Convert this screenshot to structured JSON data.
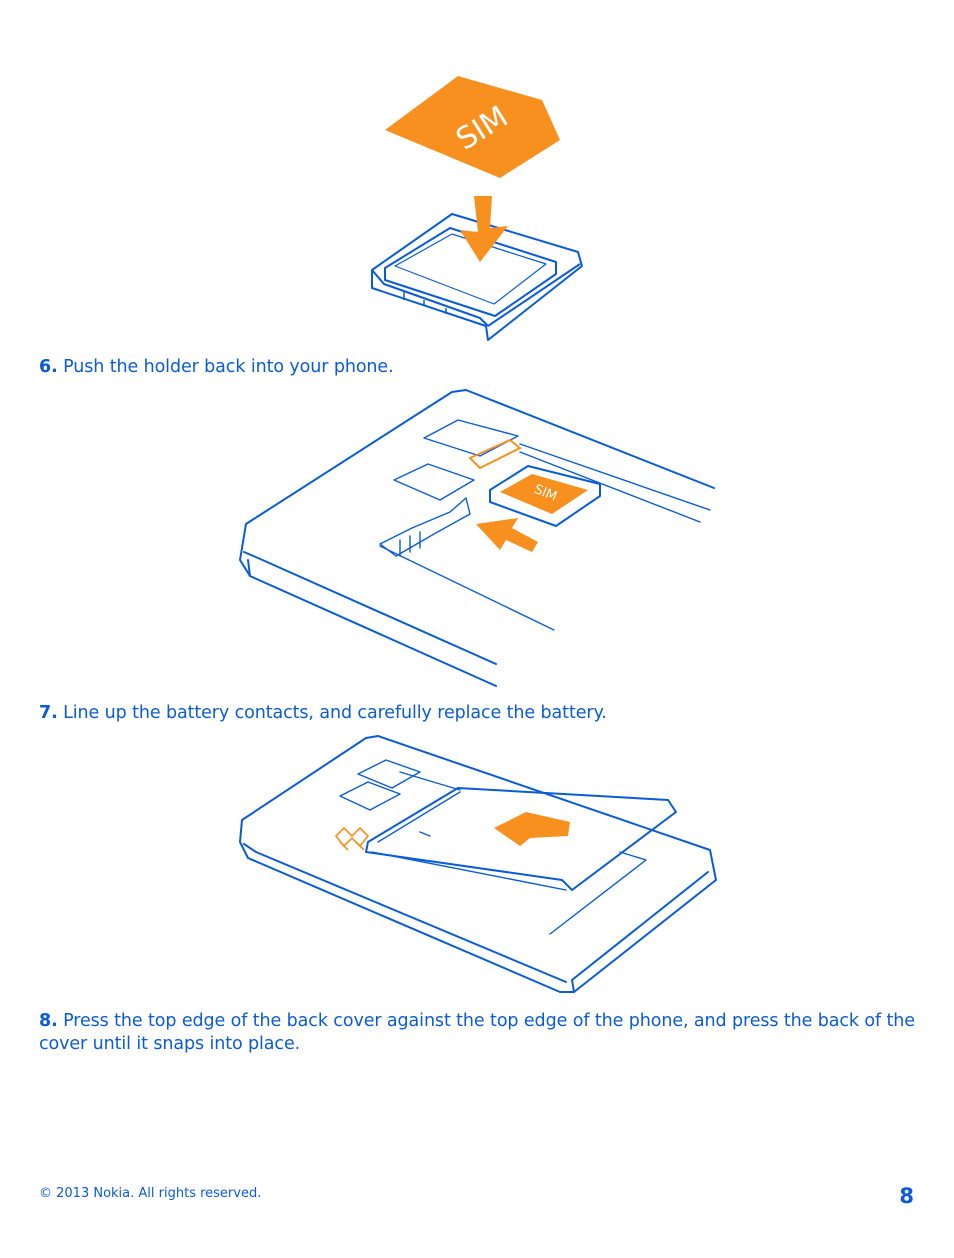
{
  "illustrations": {
    "sim_card_label": "SIM",
    "phone_sim_label": "SIM"
  },
  "steps": [
    {
      "number": "6.",
      "text": "Push the holder back into your phone."
    },
    {
      "number": "7.",
      "text": "Line up the battery contacts, and carefully replace the battery."
    },
    {
      "number": "8.",
      "text": "Press the top edge of the back cover against the top edge of the phone, and press the back of the cover until it snaps into place."
    }
  ],
  "footer": {
    "copyright": "© 2013 Nokia. All rights reserved.",
    "page_number": "8"
  },
  "colors": {
    "outline": "#0a5cd6",
    "accent": "#f7901e"
  }
}
